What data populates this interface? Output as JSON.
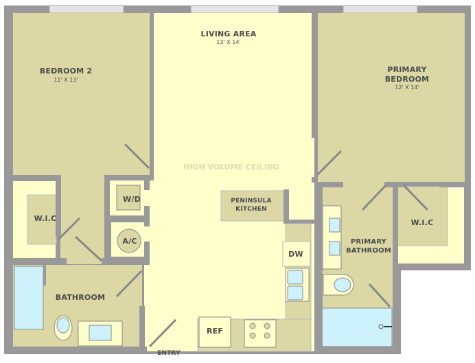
{
  "rooms": {
    "living": {
      "name": "LIVING AREA",
      "dims": "13' X 14'"
    },
    "bedroom2": {
      "name": "BEDROOM 2",
      "dims": "11' X 13'"
    },
    "primary_bedroom": {
      "name_line1": "PRIMARY",
      "name_line2": "BEDROOM",
      "dims": "12' X 14'"
    },
    "wic_left": {
      "name": "W.I.C"
    },
    "wic_right": {
      "name": "W.I.C"
    },
    "bathroom": {
      "name": "BATHROOM"
    },
    "primary_bathroom": {
      "name_line1": "PRIMARY",
      "name_line2": "BATHROOM"
    },
    "kitchen": {
      "name_line1": "PENINSULA",
      "name_line2": "KITCHEN"
    },
    "wd": {
      "name": "W/D"
    },
    "ac": {
      "name": "A/C"
    }
  },
  "fixtures": {
    "dishwasher": "DW",
    "refrigerator": "REF"
  },
  "annotations": {
    "ceiling": "HIGH VOLUME CEILING",
    "entry": "ENTRY"
  },
  "colors": {
    "wall": "#999999",
    "room": "#dbd8a6",
    "living": "#ffffcc",
    "water": "#cdf2fb"
  }
}
